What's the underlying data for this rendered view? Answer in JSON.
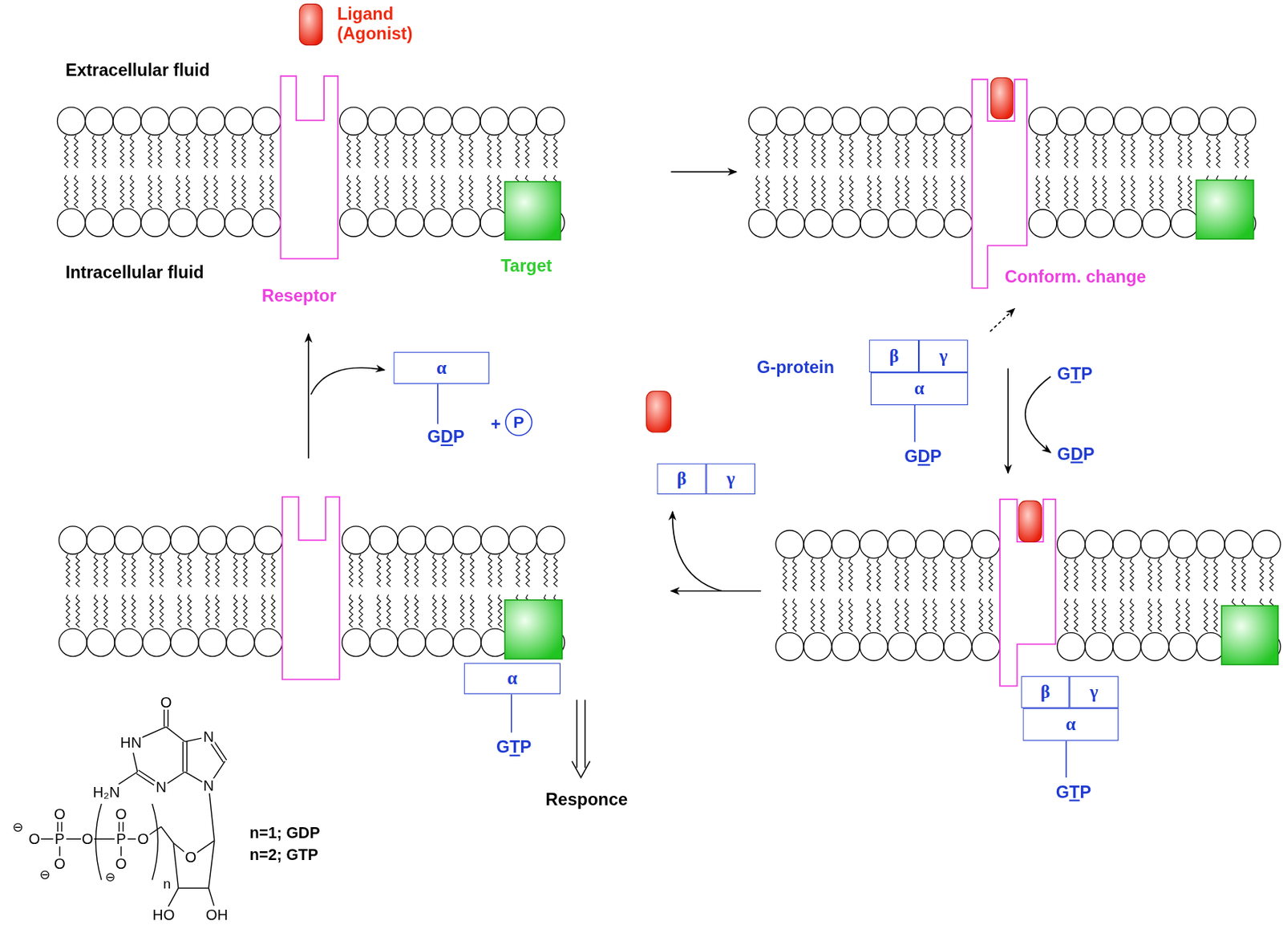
{
  "diagram": {
    "nodes": [
      {
        "text": [
          "β"
        ]
      },
      {
        "text": [
          "γ"
        ]
      },
      {
        "text": [
          "α"
        ]
      },
      {
        "text": [
          "β"
        ]
      },
      {
        "text": [
          "γ"
        ]
      },
      {
        "text": [
          "α"
        ]
      },
      {
        "text": [
          "α"
        ]
      },
      {
        "text": [
          "β"
        ]
      },
      {
        "text": [
          "γ"
        ]
      },
      {
        "text": [
          "α"
        ]
      }
    ],
    "labels": [
      "Ligand (Agonist)",
      "Extracellular fluid",
      "Intracellular fluid",
      "Reseptor",
      "Target",
      "Conform. change",
      "G-protein",
      "GTP",
      "GDP",
      "GDP",
      "GDP",
      "+",
      "P",
      "GTP",
      "GTP",
      "Responce",
      "O",
      "HN",
      "N",
      "H₂N",
      "N",
      "N",
      "O",
      "O",
      "⊖",
      "O",
      "P",
      "O",
      "P",
      "O",
      "n=1; GDP",
      "O",
      "n=2; GTP",
      "O",
      "O",
      "⊖",
      "⊖",
      "n",
      "HO",
      "OH"
    ]
  }
}
